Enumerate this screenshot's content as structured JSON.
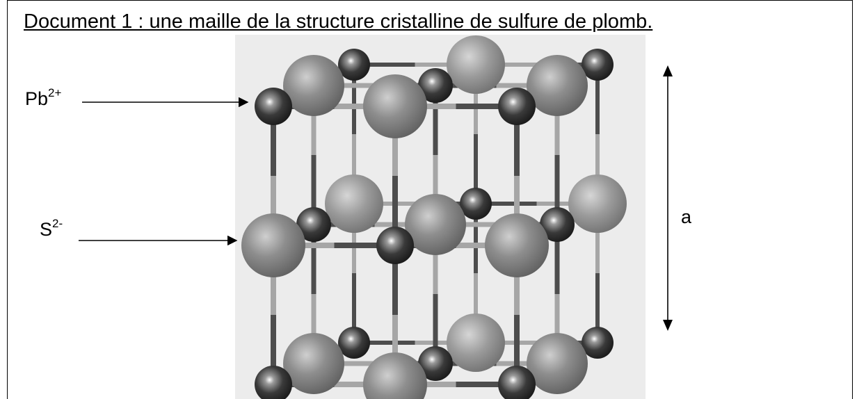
{
  "document": {
    "title": "Document 1 : une maille de la structure cristalline de sulfure de plomb."
  },
  "labels": {
    "pb_base": "Pb",
    "pb_charge": "2+",
    "s_base": "S",
    "s_charge": "2-",
    "dimension": "a"
  },
  "colors": {
    "background_panel": "#ececec",
    "sulfide_sphere": "#8e8e8e",
    "lead_sphere": "#2e2e2e",
    "bond_light": "#a6a6a6",
    "bond_dark": "#4d4d4d",
    "line": "#000000"
  }
}
